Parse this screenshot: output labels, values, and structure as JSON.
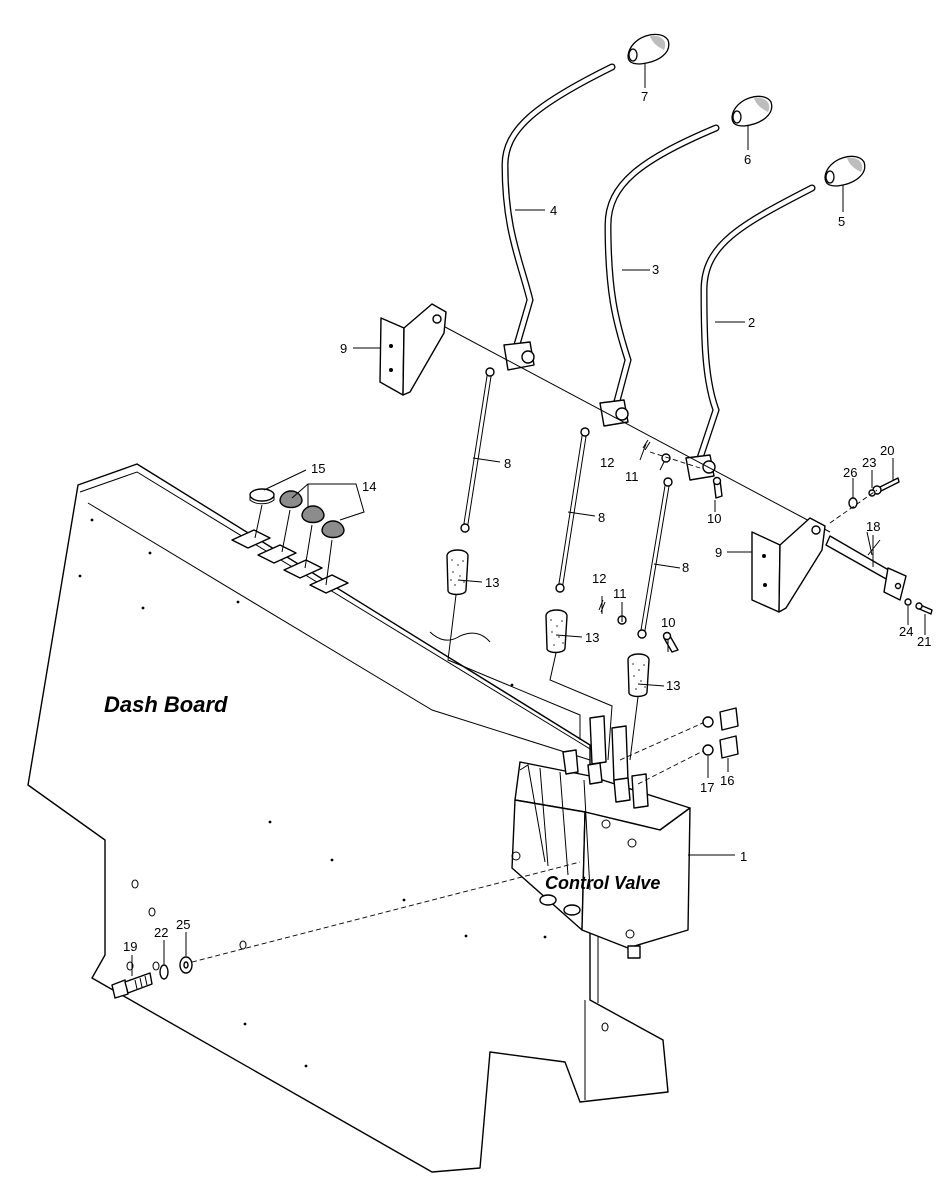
{
  "labels": {
    "dash_board": "Dash Board",
    "control_valve": "Control Valve"
  },
  "callouts": {
    "c1": "1",
    "c2": "2",
    "c3": "3",
    "c4": "4",
    "c5": "5",
    "c6": "6",
    "c7": "7",
    "c8a": "8",
    "c8b": "8",
    "c8c": "8",
    "c9a": "9",
    "c9b": "9",
    "c10a": "10",
    "c10b": "10",
    "c11a": "11",
    "c11b": "11",
    "c12a": "12",
    "c12b": "12",
    "c13a": "13",
    "c13b": "13",
    "c13c": "13",
    "c14": "14",
    "c15": "15",
    "c16": "16",
    "c17": "17",
    "c18": "18",
    "c19": "19",
    "c20": "20",
    "c21": "21",
    "c22": "22",
    "c23": "23",
    "c24": "24",
    "c25": "25",
    "c26": "26"
  }
}
